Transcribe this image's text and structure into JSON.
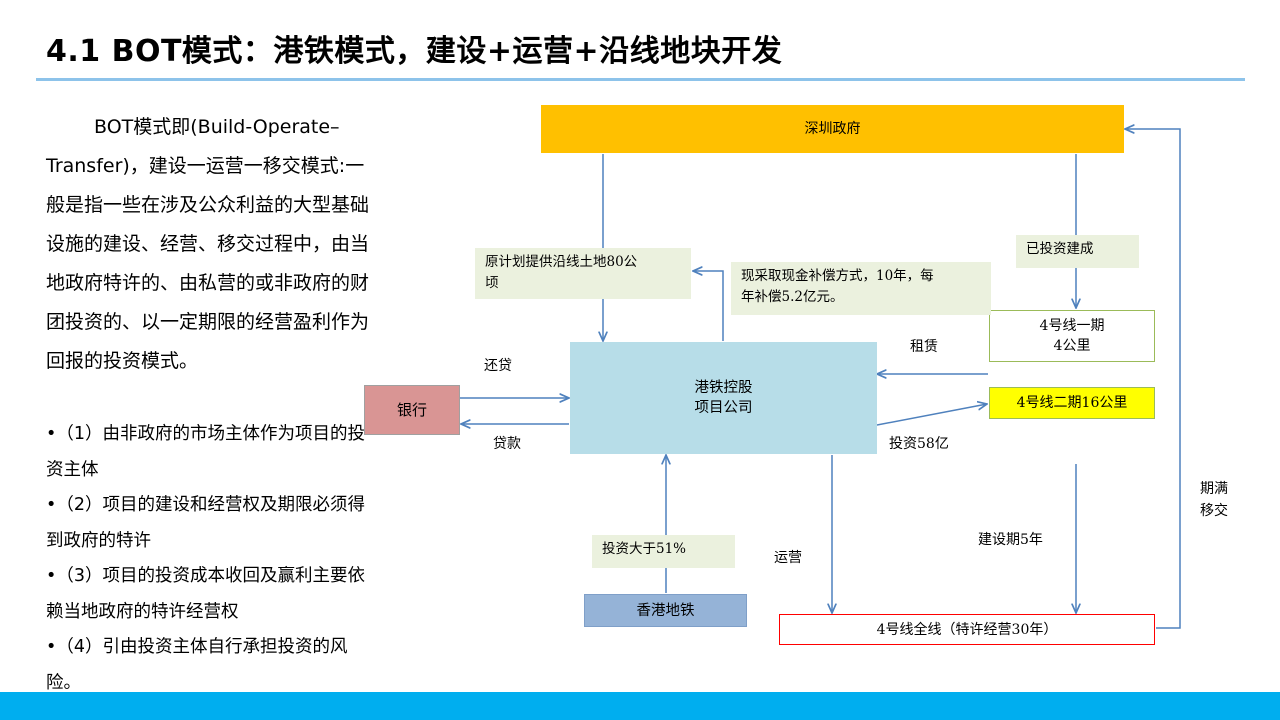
{
  "title": "4.1 BOT模式：港铁模式，建设+运营+沿线地块开发",
  "intro": {
    "paragraph": "BOT模式即(Build-Operate–Transfer)，建设一运营一移交模式:一般是指一些在涉及公众利益的大型基础设施的建设、经营、移交过程中，由当地政府特许的、由私营的或非政府的财团投资的、以一定期限的经营盈利作为回报的投资模式。",
    "bullets": [
      "•（1）由非政府的市场主体作为项目的投资主体",
      "•（2）项目的建设和经营权及期限必须得到政府的特许",
      "•（3）项目的投资成本收回及赢利主要依赖当地政府的特许经营权",
      "•（4）引由投资主体自行承担投资的风险。"
    ]
  },
  "diagram": {
    "nodes": {
      "government": "深圳政府",
      "company": "港铁控股\n项目公司",
      "bank": "银行",
      "mtr": "香港地铁",
      "line4_phase1": "4号线一期\n4公里",
      "line4_phase2": "4号线二期16公里",
      "line4_full": "4号线全线（特许经营30年）"
    },
    "notes": {
      "land": "原计划提供沿线土地80公\n顷",
      "compensation": "现采取现金补偿方式，10年，每\n年补偿5.2亿元。",
      "invested": "已投资建成",
      "invest51": "投资大于51%"
    },
    "edge_labels": {
      "repay": "还贷",
      "loan": "贷款",
      "lease": "租赁",
      "invest58": "投资58亿",
      "operate": "运营",
      "build5": "建设期5年",
      "transfer": "期满\n移交"
    }
  },
  "colors": {
    "government": "#ffc000",
    "company": "#b7dde8",
    "bank": "#d99594",
    "mtr": "#95b3d7",
    "line4_phase2": "#ffff00",
    "note_bg": "#ebf1de",
    "arrow": "#4f81bd",
    "accent_bar": "#00aeef",
    "full_line_border": "#ff0000",
    "phase_border": "#9bbb59"
  }
}
